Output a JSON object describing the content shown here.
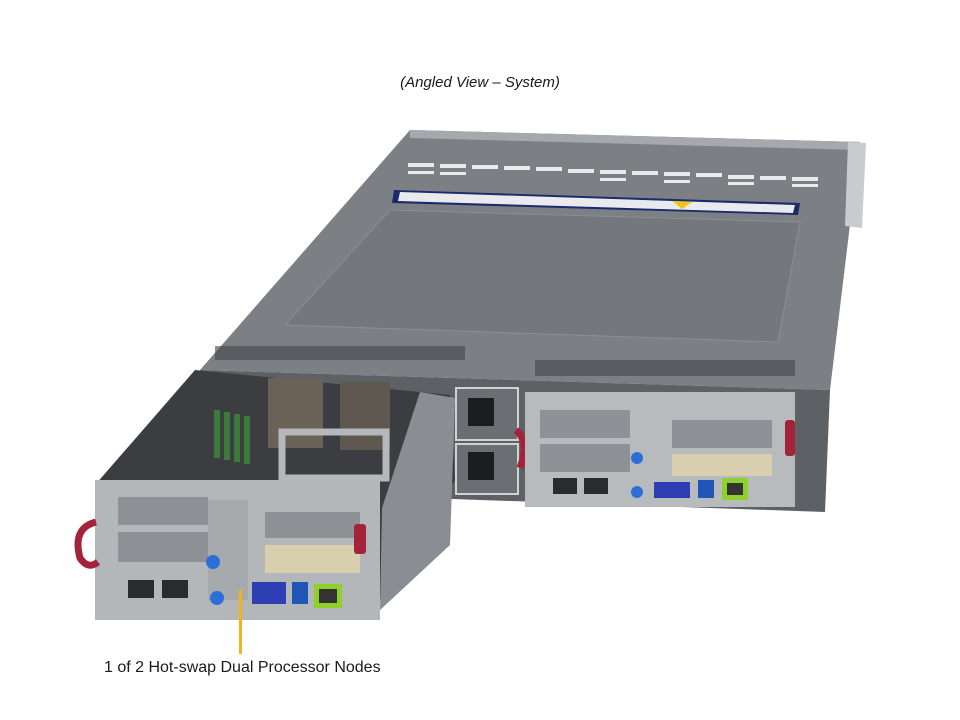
{
  "figure": {
    "title": "(Angled View – System)",
    "callout": {
      "label": "1 of 2 Hot-swap Dual Processor Nodes",
      "leader_color": "#f2b418"
    }
  },
  "subject": {
    "description": "2U twin server chassis with two hot-swap dual processor nodes, one node partially extracted",
    "components": [
      "top cover with ventilation slots",
      "service label with warning triangle",
      "redundant power supplies (2)",
      "node 1 (extracted): DIMM slots, heatsinks, PCIe slot brackets, 2x RJ45, VGA, USB, dedicated IPMI LAN (green)",
      "node 2 (installed): PCIe slot brackets, 2x RJ45, VGA, USB, dedicated IPMI LAN (green)",
      "red pull handles",
      "rack mounting ears"
    ],
    "colors": {
      "chassis": "#7c7f84",
      "chassis_dark": "#4e5156",
      "handle": "#a3243a",
      "ipmi_port": "#8fd12a",
      "vga_port": "#2d3fb3",
      "thumbscrew": "#2d6fd8",
      "label_stripe": "#1d2a6b"
    }
  }
}
